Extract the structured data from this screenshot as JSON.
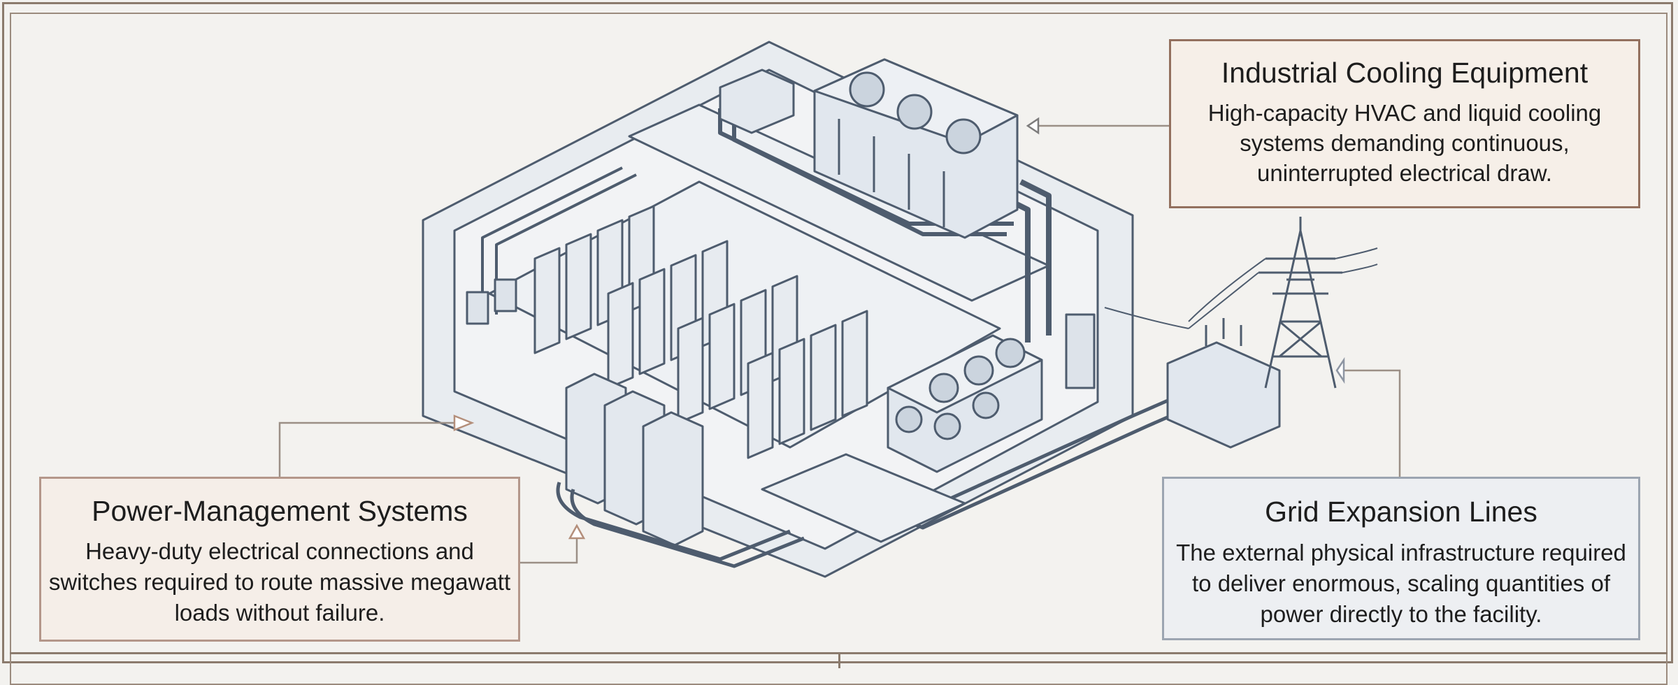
{
  "callouts": {
    "cooling": {
      "title": "Industrial Cooling Equipment",
      "description": "High-capacity HVAC and liquid cooling systems demanding continuous, uninterrupted electrical draw."
    },
    "power": {
      "title": "Power-Management Systems",
      "description": "Heavy-duty electrical connections and switches required to route massive megawatt loads without failure."
    },
    "grid": {
      "title": "Grid Expansion Lines",
      "description": "The external physical infrastructure required to deliver enormous, scaling quantities of power directly to the facility."
    }
  },
  "colors": {
    "line": "#4e5c6e",
    "fill": "#e6eaef",
    "cooling_accent": "#93705e",
    "power_accent": "#b4978a",
    "grid_accent": "#9ca5b1"
  },
  "icons": [
    "server-rack-icon",
    "fan-icon",
    "switchgear-icon",
    "transformer-icon",
    "transmission-tower-icon",
    "arrow-icon"
  ]
}
